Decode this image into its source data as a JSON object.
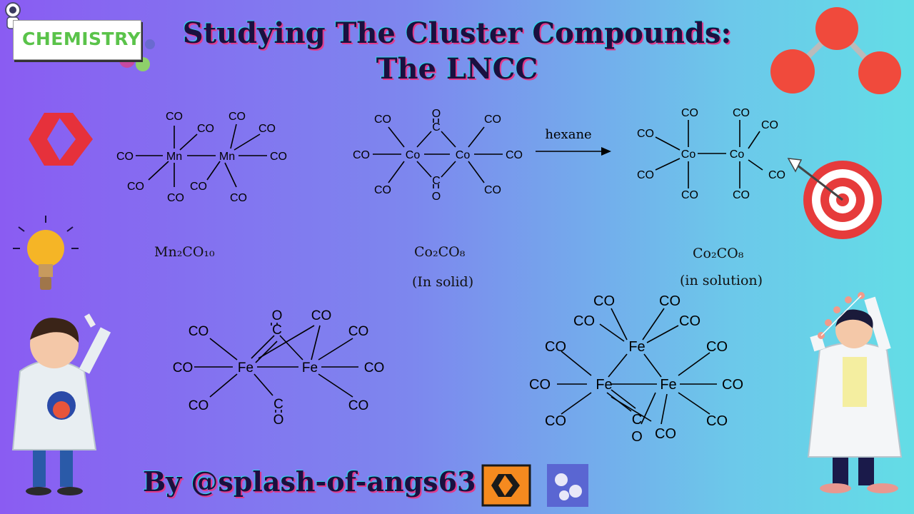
{
  "header": {
    "title_line1": "Studying The Cluster Compounds:",
    "title_line2": "The LNCC"
  },
  "badge": {
    "label": "CHEMISTRY"
  },
  "structures": {
    "mn2co10": {
      "caption": "Mn₂CO₁₀"
    },
    "co2co8_solid": {
      "caption": "Co₂CO₈",
      "note": "(In solid)"
    },
    "co2co8_solution": {
      "caption": "Co₂CO₈",
      "note": "(in solution)"
    },
    "arrow_label": "hexane"
  },
  "labels": {
    "co": "CO",
    "o": "O",
    "c": "C",
    "mn": "Mn",
    "co_atom": "Co",
    "fe": "Fe"
  },
  "footer": {
    "byline": "By @splash-of-angs63"
  },
  "colors": {
    "accent_pink": "#e23a8a",
    "accent_cyan": "#2ed7e6",
    "title": "#1a1040",
    "badge_text": "#5ac34a"
  }
}
